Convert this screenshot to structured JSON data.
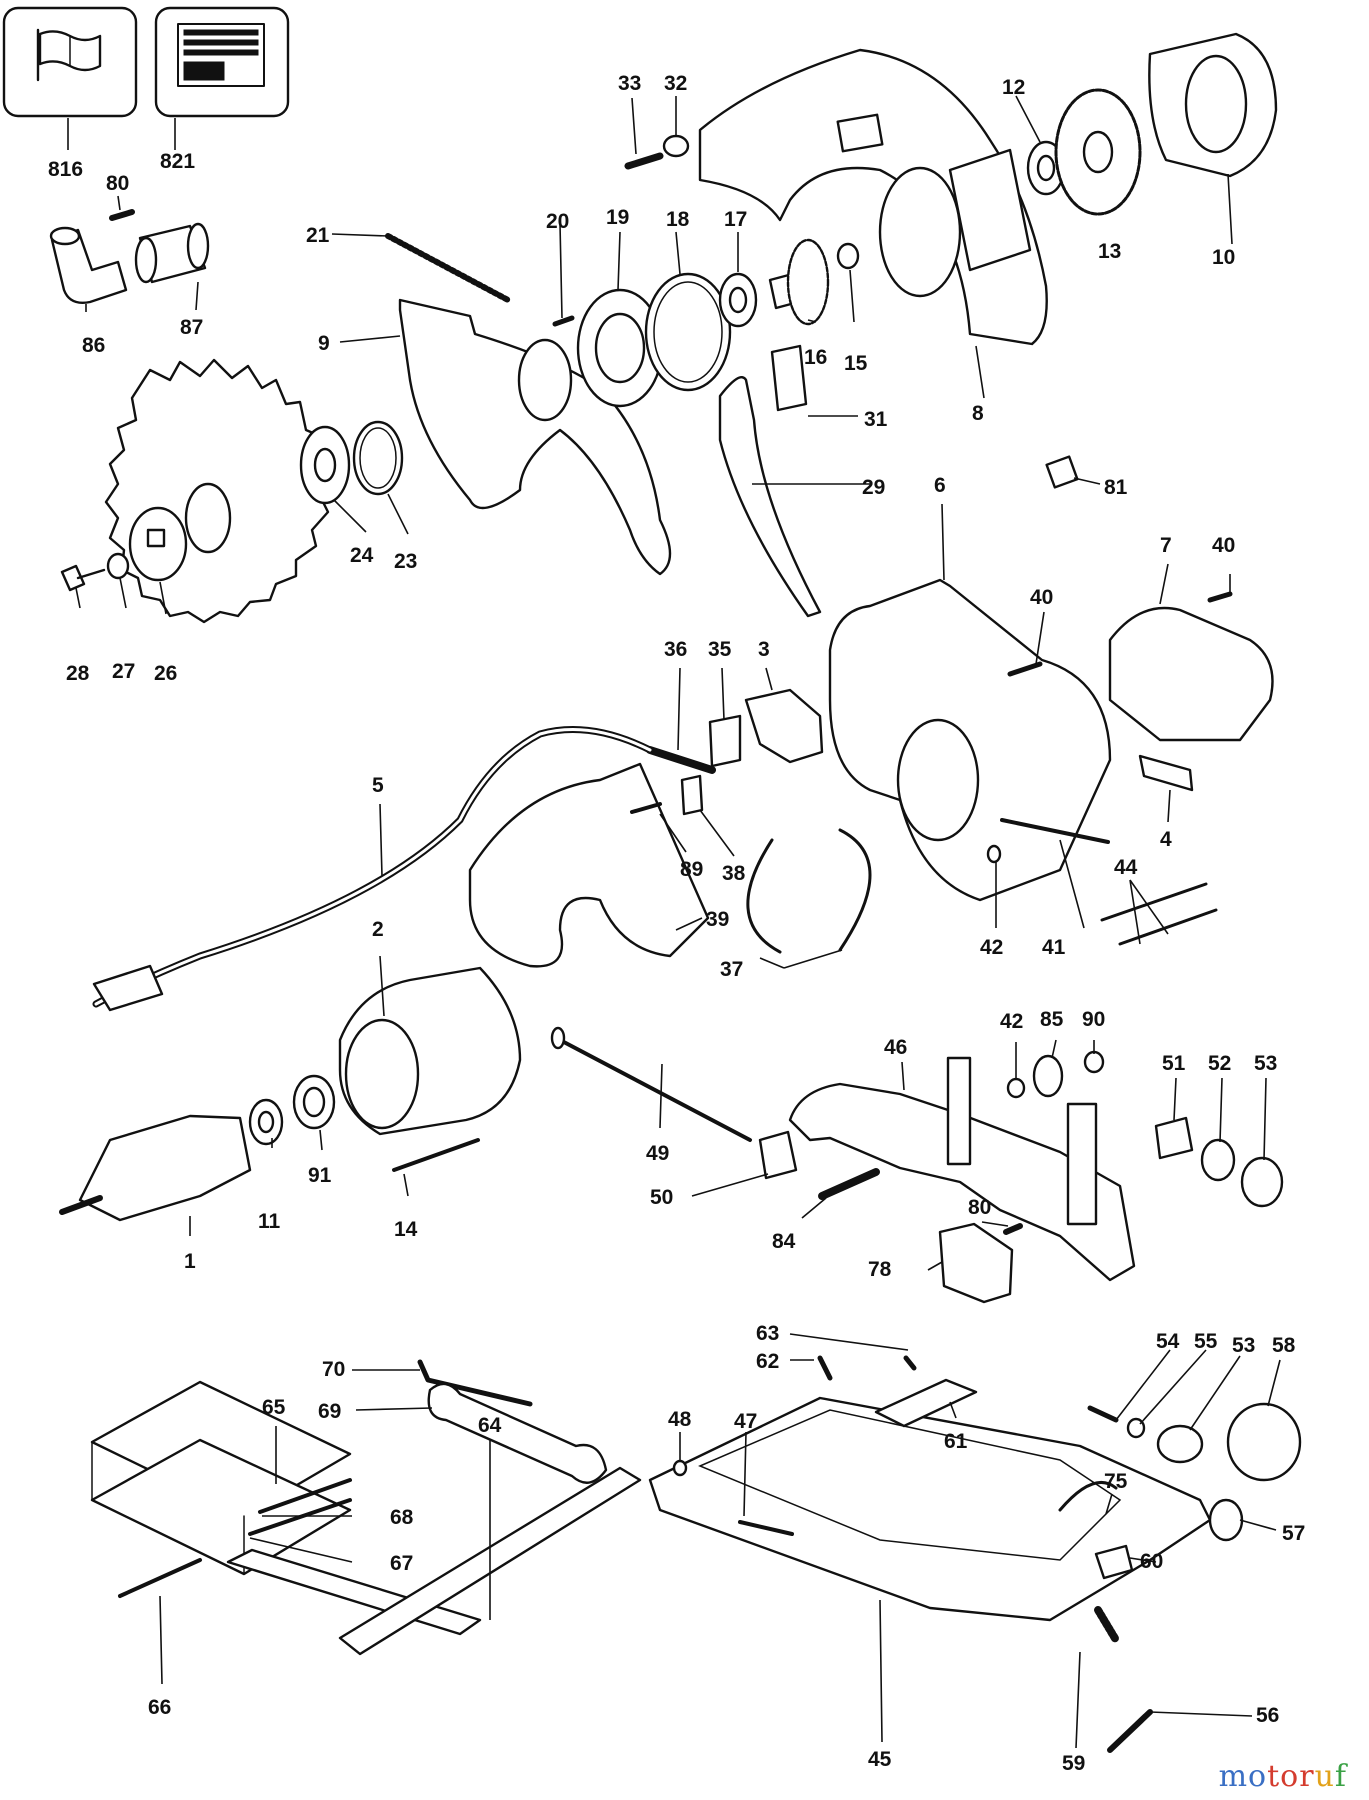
{
  "labels": {
    "l816": "816",
    "l821": "821",
    "l80a": "80",
    "l86": "86",
    "l87": "87",
    "l33": "33",
    "l32": "32",
    "l12": "12",
    "l13": "13",
    "l10": "10",
    "l21": "21",
    "l20": "20",
    "l19": "19",
    "l18": "18",
    "l17": "17",
    "l16": "16",
    "l15": "15",
    "l9": "9",
    "l8": "8",
    "l31": "31",
    "l29": "29",
    "l81": "81",
    "l24": "24",
    "l23": "23",
    "l28": "28",
    "l27": "27",
    "l26": "26",
    "l6": "6",
    "l7": "7",
    "l40a": "40",
    "l40b": "40",
    "l36": "36",
    "l35": "35",
    "l3": "3",
    "l5": "5",
    "l4": "4",
    "l89": "89",
    "l38": "38",
    "l39": "39",
    "l37": "37",
    "l44": "44",
    "l42a": "42",
    "l41": "41",
    "l2": "2",
    "l42b": "42",
    "l85": "85",
    "l90": "90",
    "l46": "46",
    "l51": "51",
    "l52": "52",
    "l53a": "53",
    "l49": "49",
    "l50": "50",
    "l80b": "80",
    "l84": "84",
    "l78": "78",
    "l11": "11",
    "l91": "91",
    "l14": "14",
    "l1": "1",
    "l63": "63",
    "l62": "62",
    "l61": "61",
    "l70": "70",
    "l69": "69",
    "l65": "65",
    "l48": "48",
    "l47": "47",
    "l54": "54",
    "l55": "55",
    "l53b": "53",
    "l58": "58",
    "l75": "75",
    "l57": "57",
    "l60": "60",
    "l68": "68",
    "l67": "67",
    "l64": "64",
    "l66": "66",
    "l56": "56",
    "l45": "45",
    "l59": "59"
  },
  "watermark": {
    "p1": "mo",
    "p2": "tor",
    "p3": "u",
    "p4": "f"
  }
}
